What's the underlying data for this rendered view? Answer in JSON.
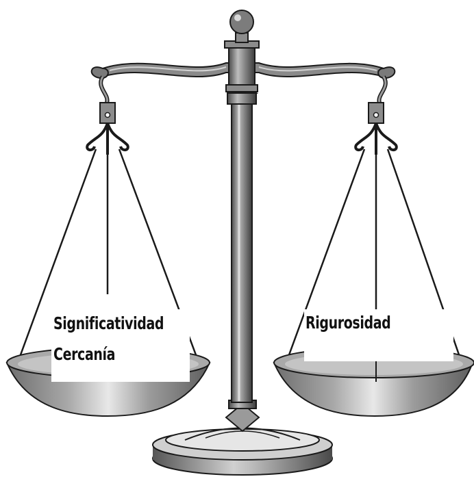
{
  "labels": {
    "left_line_1": "Significatividad",
    "left_line_2": "Cercanía",
    "right_line_1": "Rigurosidad"
  },
  "colors": {
    "metal_dark": "#5a5a5a",
    "metal_mid": "#9a9a9a",
    "metal_light": "#d9d9d9",
    "outline": "#1a1a1a",
    "background": "#ffffff"
  }
}
